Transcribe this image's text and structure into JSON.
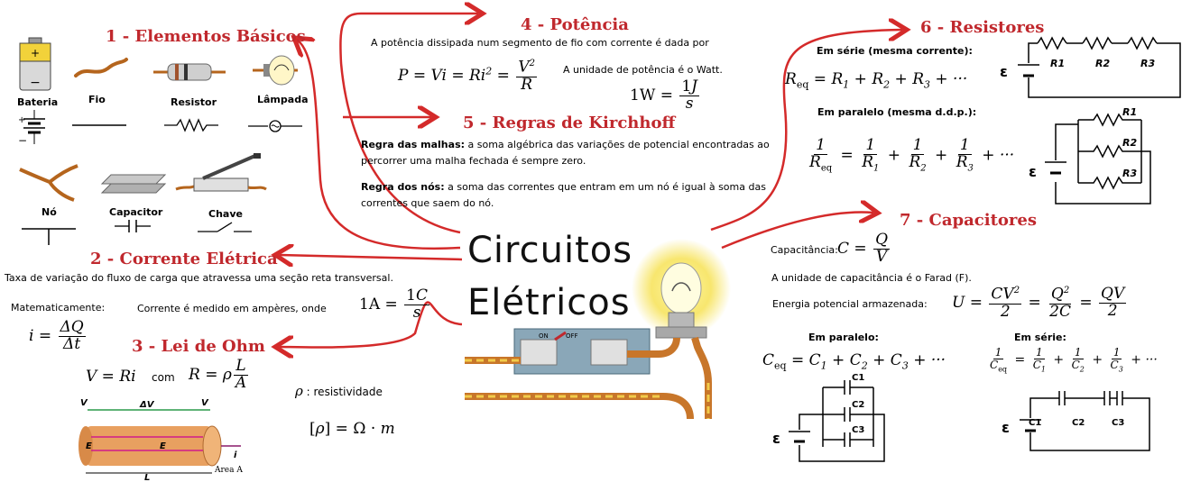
{
  "center": {
    "line1": "Circuitos",
    "line2": "Elétricos"
  },
  "sections": {
    "s1": {
      "title": "1 - Elementos Básicos",
      "items": [
        "Bateria",
        "Fio",
        "Resistor",
        "Lâmpada",
        "Nó",
        "Capacitor",
        "Chave"
      ]
    },
    "s2": {
      "title": "2 - Corrente Elétrica",
      "desc": "Taxa de variação do fluxo de carga que atravessa uma seção reta transversal.",
      "math_label": "Matematicamente:",
      "ampere_text": "Corrente é medido em ampères, onde"
    },
    "s3": {
      "title": "3 - Lei de Ohm",
      "com": "com",
      "rho_text": ": resistividade",
      "fig_labels": {
        "v1": "V",
        "dv": "ΔV",
        "v2": "V",
        "e1": "E",
        "e2": "E",
        "i": "i",
        "l": "L",
        "area": "Area A"
      }
    },
    "s4": {
      "title": "4 - Potência",
      "desc": "A potência dissipada num segmento de fio com corrente é dada por",
      "unit_text": "A unidade de potência é o Watt."
    },
    "s5": {
      "title": "5 - Regras de Kirchhoff",
      "mesh_bold": "Regra das malhas:",
      "mesh_text": " a soma algébrica das variações de potencial encontradas ao percorrer uma malha fechada é sempre zero.",
      "node_bold": "Regra dos nós:",
      "node_text": " a soma das correntes que entram em um nó é igual à soma das correntes que saem do nó."
    },
    "s6": {
      "title": "6 - Resistores",
      "series_label": "Em série (mesma corrente):",
      "parallel_label": "Em paralelo (mesma d.d.p.):",
      "r_labels": [
        "R1",
        "R2",
        "R3"
      ],
      "emf": "ε"
    },
    "s7": {
      "title": "7 - Capacitores",
      "cap_label": "Capacitância:",
      "unit_text": "A unidade de capacitância é o Farad (F).",
      "energy_label": "Energia potencial armazenada:",
      "parallel_label": "Em paralelo:",
      "series_label": "Em série:",
      "c_labels": [
        "C1",
        "C2",
        "C3"
      ],
      "emf": "ε"
    }
  },
  "switch_labels": {
    "on": "ON",
    "off": "OFF"
  },
  "colors": {
    "title_red": "#c0282d",
    "arrow_red": "#d42a2a",
    "wire_copper": "#c8762a",
    "bulb_glow": "#f6e04a"
  }
}
